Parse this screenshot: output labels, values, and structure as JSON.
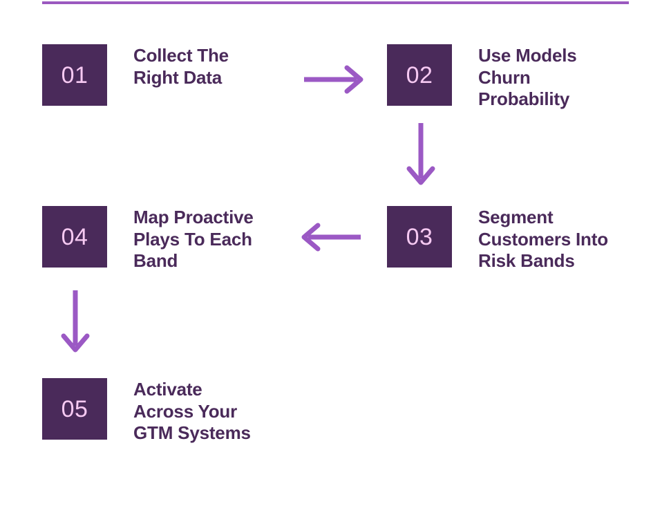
{
  "theme": {
    "badge_bg": "#4a2a5a",
    "badge_text": "#f6c9f2",
    "title_color": "#4a2a5a",
    "arrow_color": "#9b59c4",
    "rule_color": "#9b59bf",
    "page_bg": "#ffffff"
  },
  "divider": {
    "name": "top-divider-rule"
  },
  "steps": [
    {
      "number": "01",
      "title": "Collect The\nRight Data",
      "title_lines": [
        "Collect The",
        "Right Data"
      ]
    },
    {
      "number": "02",
      "title": "Use Models\nChurn\nProbability",
      "title_lines": [
        "Use Models",
        "Churn",
        "Probability"
      ]
    },
    {
      "number": "03",
      "title": "Segment\nCustomers Into\nRisk Bands",
      "title_lines": [
        "Segment",
        "Customers Into",
        "Risk Bands"
      ]
    },
    {
      "number": "04",
      "title": "Map Proactive\nPlays To Each\nBand",
      "title_lines": [
        "Map Proactive",
        "Plays To Each",
        "Band"
      ]
    },
    {
      "number": "05",
      "title": "Activate\nAcross Your\nGTM Systems",
      "title_lines": [
        "Activate",
        "Across Your",
        "GTM Systems"
      ]
    }
  ],
  "connectors": [
    {
      "from": "01",
      "to": "02",
      "direction": "right",
      "icon": "arrow-right-icon"
    },
    {
      "from": "02",
      "to": "03",
      "direction": "down",
      "icon": "arrow-down-icon"
    },
    {
      "from": "03",
      "to": "04",
      "direction": "left",
      "icon": "arrow-left-icon"
    },
    {
      "from": "04",
      "to": "05",
      "direction": "down",
      "icon": "arrow-down-icon"
    }
  ]
}
